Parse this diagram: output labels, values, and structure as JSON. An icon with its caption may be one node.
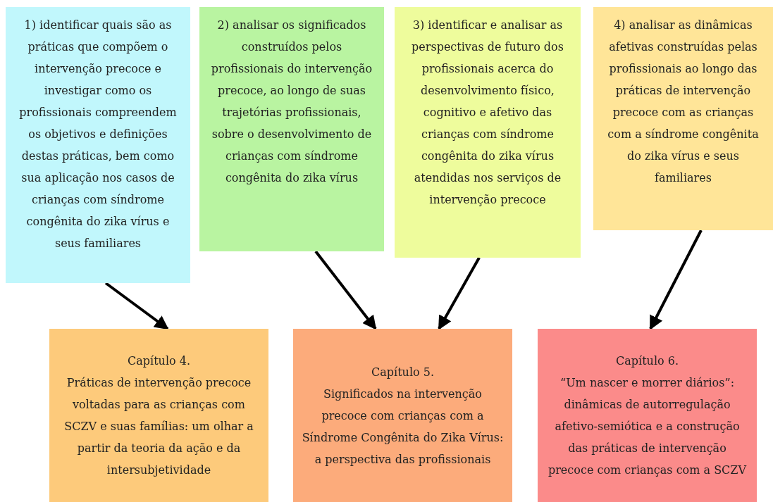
{
  "diagram": {
    "nodes": [
      {
        "text": [
          "1) identificar quais são as práticas que compõem o intervenção precoce e investigar como os profissionais compreendem os objetivos e definições destas práticas, bem como sua aplicação nos casos de crianças com síndrome congênita do zika vírus e seus familiares"
        ]
      },
      {
        "text": [
          "2) analisar os significados construídos pelos profissionais do intervenção precoce, ao longo de suas trajetórias profissionais, sobre o desenvolvimento de crianças com síndrome congênita do zika vírus"
        ]
      },
      {
        "text": [
          "3) identificar e analisar as perspectivas de futuro dos profissionais acerca do desenvolvimento físico, cognitivo e afetivo das crianças com síndrome congênita do zika vírus atendidas nos serviços de intervenção precoce"
        ]
      },
      {
        "text": [
          "4) analisar as dinâmicas afetivas construídas pelas profissionais ao longo das práticas de intervenção precoce com as crianças com a síndrome congênita do zika vírus e seus familiares"
        ]
      },
      {
        "text": [
          "Capítulo 4.",
          "Práticas de intervenção precoce voltadas para as crianças com SCZV e suas famílias: um olhar a partir da teoria da ação e da intersubjetividade"
        ]
      },
      {
        "text": [
          "Capítulo 5.",
          "Significados na intervenção precoce com crianças com a Síndrome Congênita do Zika Vírus: a perspectiva das profissionais"
        ]
      },
      {
        "text": [
          "Capítulo 6.",
          "“Um nascer e morrer diários”: dinâmicas de autorregulação afetivo-semiótica e a construção das práticas de intervenção precoce com crianças com a SCZV"
        ]
      }
    ],
    "edges": [
      {
        "from": 0,
        "to": 4,
        "arrow": "to"
      },
      {
        "from": 1,
        "to": 5,
        "arrow": "to"
      },
      {
        "from": 2,
        "to": 5,
        "arrow": "to"
      },
      {
        "from": 3,
        "to": 6,
        "arrow": "to"
      }
    ]
  }
}
